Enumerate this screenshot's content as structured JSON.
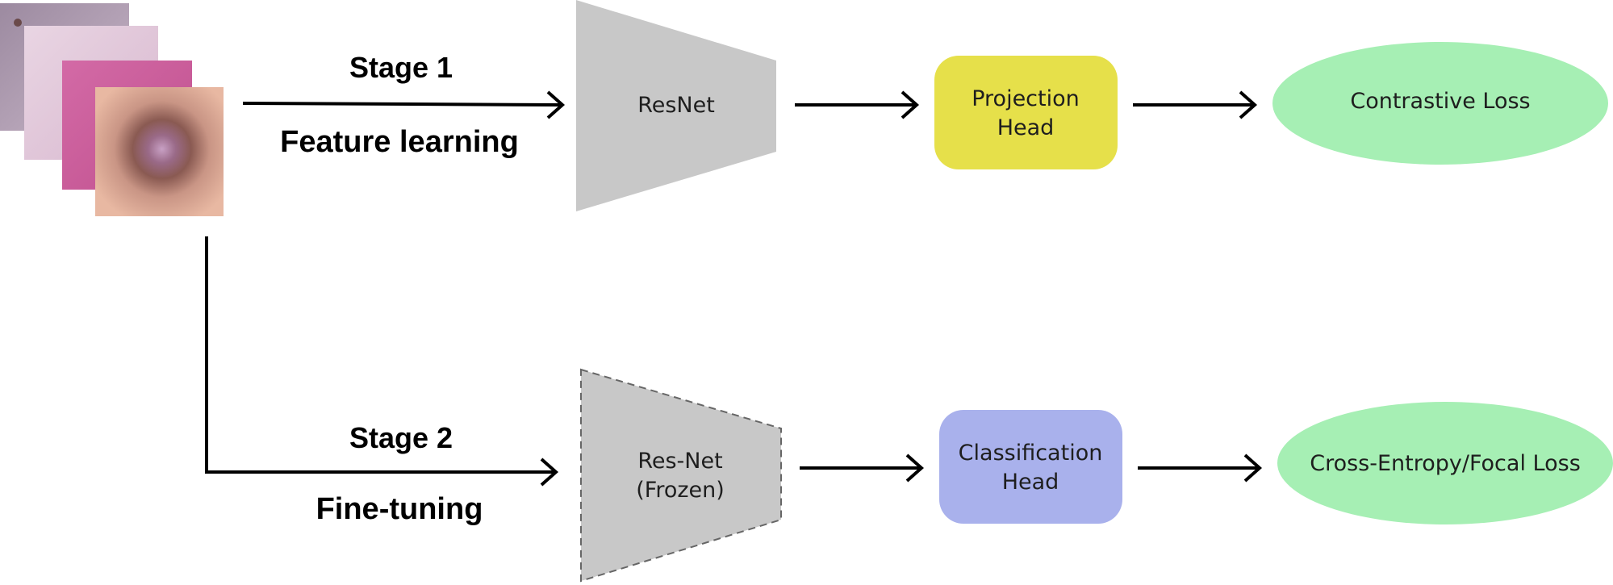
{
  "stage1": {
    "title": "Stage 1",
    "subtitle": "Feature learning",
    "encoder_label": "ResNet",
    "head_label": [
      "Projection",
      "Head"
    ],
    "loss_label": "Contrastive Loss"
  },
  "stage2": {
    "title": "Stage 2",
    "subtitle": "Fine-tuning",
    "encoder_label": [
      "Res-Net",
      "(Frozen)"
    ],
    "head_label": [
      "Classification",
      "Head"
    ],
    "loss_label": "Cross-Entropy/Focal Loss"
  },
  "colors": {
    "encoder": "#c8c8c8",
    "projection_head": "#e6e04a",
    "classification_head": "#a9b1ec",
    "loss": "#a6efb4",
    "arrow": "#000000"
  }
}
